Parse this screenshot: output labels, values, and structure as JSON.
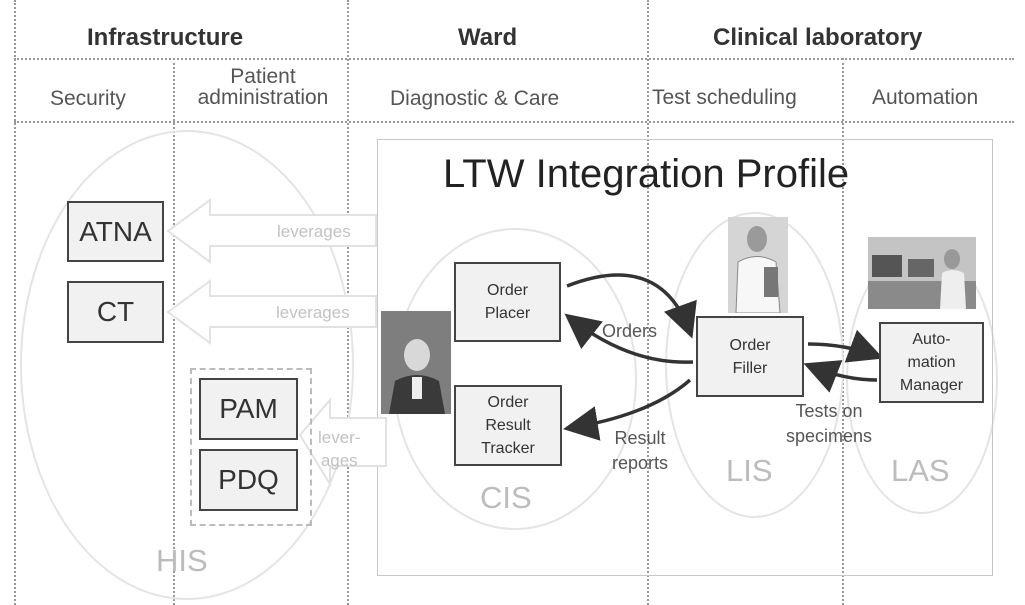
{
  "columns": {
    "infrastructure": "Infrastructure",
    "ward": "Ward",
    "clinical_laboratory": "Clinical laboratory"
  },
  "subcolumns": {
    "security": "Security",
    "patient_admin_line1": "Patient",
    "patient_admin_line2": "administration",
    "diagnostic_care": "Diagnostic & Care",
    "test_scheduling": "Test scheduling",
    "automation": "Automation"
  },
  "profile_title": "LTW Integration Profile",
  "actors": {
    "atna": "ATNA",
    "ct": "CT",
    "pam": "PAM",
    "pdq": "PDQ",
    "order_placer_1": "Order",
    "order_placer_2": "Placer",
    "order_result_tracker_1": "Order",
    "order_result_tracker_2": "Result",
    "order_result_tracker_3": "Tracker",
    "order_filler_1": "Order",
    "order_filler_2": "Filler",
    "automation_manager_1": "Auto-",
    "automation_manager_2": "mation",
    "automation_manager_3": "Manager"
  },
  "systems": {
    "his": "HIS",
    "cis": "CIS",
    "lis": "LIS",
    "las": "LAS"
  },
  "flows": {
    "leverages_1": "leverages",
    "leverages_2": "leverages",
    "leverages_3a": "lever-",
    "leverages_3b": "ages",
    "orders": "Orders",
    "result_reports_1": "Result",
    "result_reports_2": "reports",
    "tests_on_specimens_1": "Tests on",
    "tests_on_specimens_2": "specimens"
  }
}
